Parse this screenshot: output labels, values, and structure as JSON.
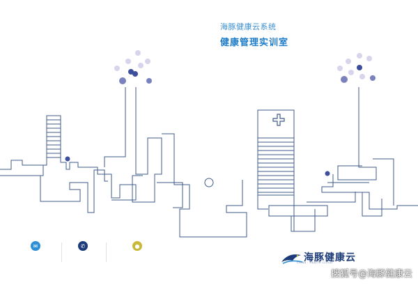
{
  "header": {
    "subtitle": "海豚健康云系统",
    "title": "健康管理实训室"
  },
  "logo": {
    "name": "海豚健康云",
    "english": "CHINA · HEALTH CLOUD"
  },
  "watermark": "搜狐号@海豚健康云",
  "colors": {
    "line": "#3d5a8a",
    "accent_blue": "#1f7cc8",
    "dot_dark": "#3d4f9c",
    "dot_light": "#d7d4ec",
    "email": "#2f8fd6",
    "phone": "#1c3b78",
    "location": "#c9b93a"
  },
  "icons": [
    "email-icon",
    "phone-icon",
    "location-icon",
    "hospital-cross-icon"
  ]
}
